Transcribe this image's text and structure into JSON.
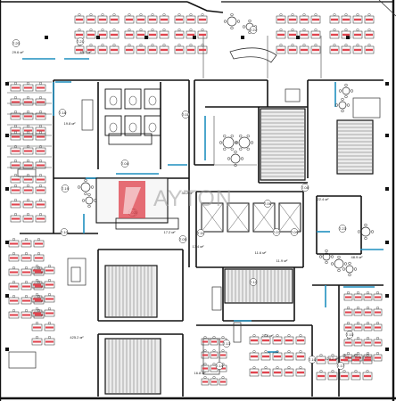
{
  "watermark": {
    "brand": "AYTON",
    "accent": "#e0454f"
  },
  "colors": {
    "wall": "#111111",
    "desk": "#e0454f",
    "glass": "#1f8fbf",
    "furniture": "#333333"
  },
  "room_labels": [
    "7.20",
    "7.21",
    "7.18",
    "7.10",
    "7.04",
    "7.03",
    "7.02",
    "7.05",
    "7.06",
    "7.07",
    "7.09",
    "7.11",
    "7.12",
    "7.13",
    "7.15",
    "7.16",
    "7.17",
    "7.22",
    "7.23",
    "7.14",
    "7.08",
    "7.01",
    "7.19"
  ],
  "area_labels": [
    "29.6 м²",
    "45.7 м²",
    "19.8 м²",
    "17.2 м²",
    "11.6 м²",
    "11.9 м²",
    "17.4 м²",
    "425.2 м²",
    "120.2 м²",
    "16.8 м²",
    "48.9 м²",
    "27.6 м²",
    "22.4 м²",
    "34.2 м²"
  ]
}
